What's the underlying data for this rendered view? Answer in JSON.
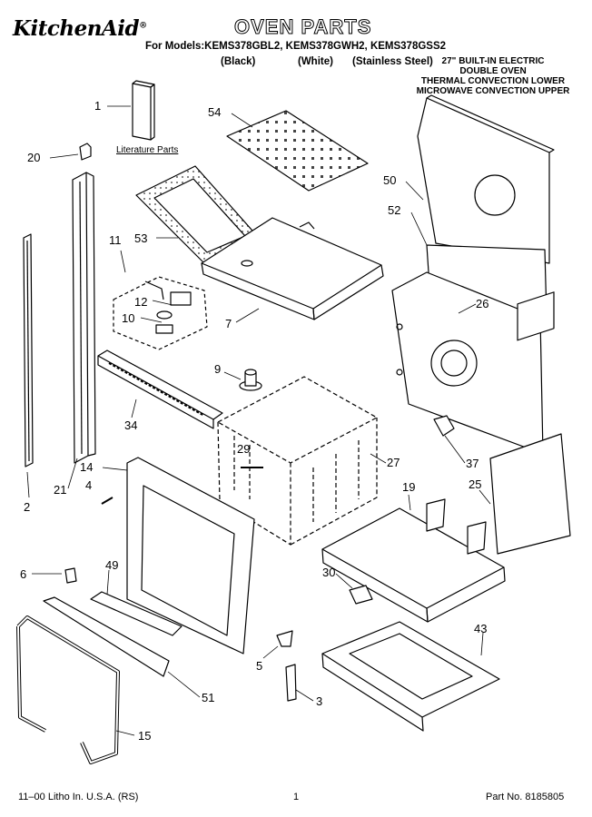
{
  "header": {
    "brand": "KitchenAid",
    "brand_mark": "®",
    "title": "OVEN PARTS",
    "models_line": "For Models:KEMS378GBL2, KEMS378GWH2, KEMS378GSS2",
    "finishes": [
      "(Black)",
      "(White)",
      "(Stainless Steel)"
    ],
    "description": [
      "27\" BUILT-IN ELECTRIC",
      "DOUBLE OVEN",
      "THERMAL CONVECTION LOWER",
      "MICROWAVE CONVECTION UPPER"
    ]
  },
  "diagram": {
    "literature_label": "Literature Parts",
    "callouts": [
      "1",
      "2",
      "3",
      "4",
      "5",
      "6",
      "7",
      "9",
      "10",
      "11",
      "12",
      "14",
      "15",
      "19",
      "20",
      "21",
      "25",
      "26",
      "27",
      "29",
      "30",
      "34",
      "37",
      "43",
      "49",
      "50",
      "51",
      "52",
      "53",
      "54"
    ]
  },
  "footer": {
    "left": "11–00 Litho In. U.S.A. (RS)",
    "page": "1",
    "part_number": "Part No. 8185805"
  }
}
